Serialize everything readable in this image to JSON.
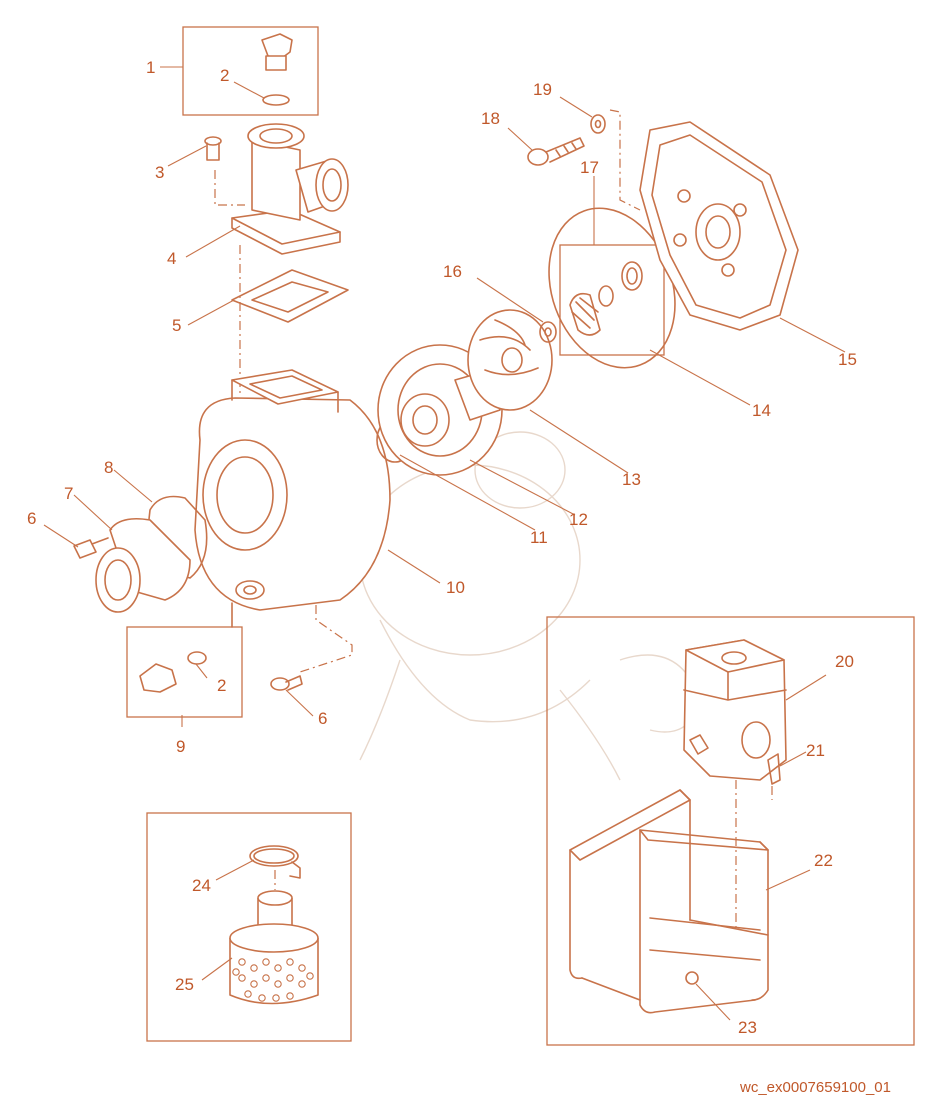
{
  "callouts": [
    "1",
    "2",
    "3",
    "4",
    "5",
    "6",
    "7",
    "8",
    "9",
    "10",
    "11",
    "12",
    "13",
    "14",
    "15",
    "16",
    "17",
    "18",
    "19",
    "20",
    "21",
    "22",
    "23",
    "24",
    "25"
  ],
  "callout_2_second": "2",
  "callout_6_second": "6",
  "footer_code": "wc_ex0007659100_01",
  "line_color": "#c8734a",
  "text_color": "#c0582a"
}
